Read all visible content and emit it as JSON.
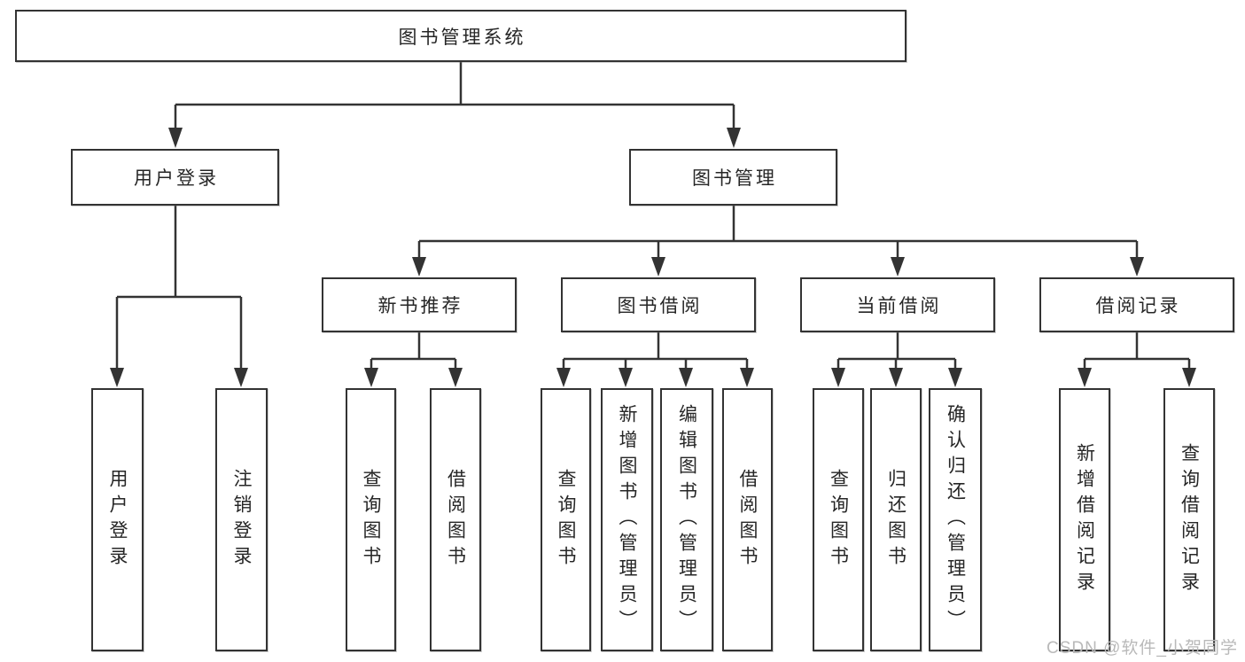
{
  "diagram": {
    "root": "图书管理系统",
    "branches": [
      {
        "label": "用户登录",
        "children": [
          {
            "label": "用户登录"
          },
          {
            "label": "注销登录"
          }
        ]
      },
      {
        "label": "图书管理",
        "children": [
          {
            "label": "新书推荐",
            "children": [
              {
                "label": "查询图书"
              },
              {
                "label": "借阅图书"
              }
            ]
          },
          {
            "label": "图书借阅",
            "children": [
              {
                "label": "查询图书"
              },
              {
                "label": "新增图书（管理员）"
              },
              {
                "label": "编辑图书（管理员）"
              },
              {
                "label": "借阅图书"
              }
            ]
          },
          {
            "label": "当前借阅",
            "children": [
              {
                "label": "查询图书"
              },
              {
                "label": "归还图书"
              },
              {
                "label": "确认归还（管理员）"
              }
            ]
          },
          {
            "label": "借阅记录",
            "children": [
              {
                "label": "新增借阅记录"
              },
              {
                "label": "查询借阅记录"
              }
            ]
          }
        ]
      }
    ]
  },
  "watermark": "CSDN @软件_小贺同学",
  "colors": {
    "line": "#333333",
    "text": "#262626",
    "watermark": "#b9b9b9",
    "bg": "#ffffff"
  }
}
